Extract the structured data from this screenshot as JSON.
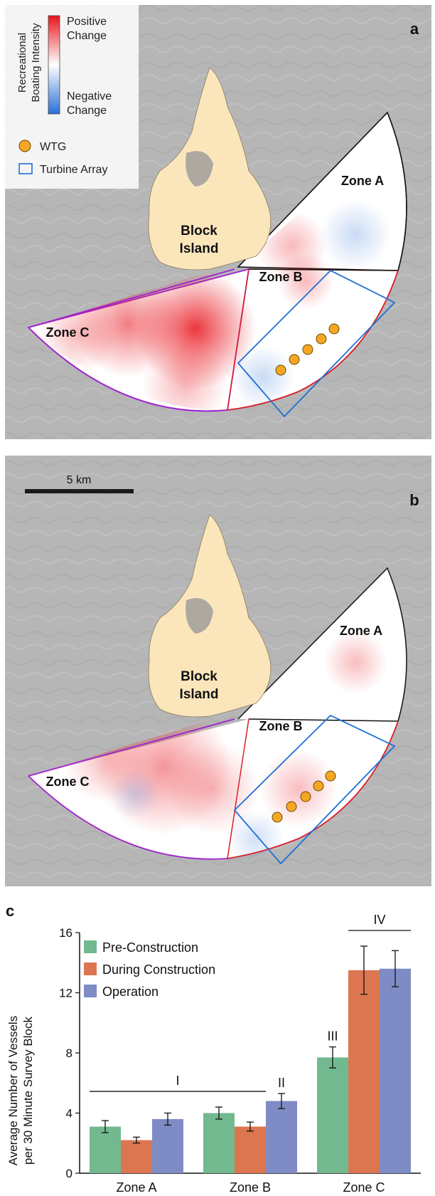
{
  "maps": {
    "legend": {
      "title_line1": "Recreational",
      "title_line2": "Boating Intensity",
      "positive_line1": "Positive",
      "positive_line2": "Change",
      "negative_line1": "Negative",
      "negative_line2": "Change",
      "wtg_label": "WTG",
      "array_label": "Turbine Array",
      "colors": {
        "positive": "#e8141c",
        "neutral": "#ffffff",
        "negative": "#2a6fd6",
        "wtg": "#f5a623",
        "array": "#1f6fd6",
        "zone_b": "#d8202a",
        "zone_c": "#a020d0",
        "land": "#fbe6bc"
      }
    },
    "panel_a": {
      "letter": "a",
      "island_line1": "Block",
      "island_line2": "Island",
      "zone_a": "Zone A",
      "zone_b": "Zone B",
      "zone_c": "Zone C"
    },
    "panel_b": {
      "letter": "b",
      "scale_label": "5 km",
      "island_line1": "Block",
      "island_line2": "Island",
      "zone_a": "Zone A",
      "zone_b": "Zone B",
      "zone_c": "Zone C"
    }
  },
  "chart_data": {
    "type": "bar",
    "panel_letter": "c",
    "ylabel_line1": "Average Number of Vessels",
    "ylabel_line2": "per 30 Minute Survey Block",
    "categories": [
      "Zone A",
      "Zone B",
      "Zone C"
    ],
    "ylim": [
      0,
      16
    ],
    "yticks": [
      0,
      4,
      8,
      12,
      16
    ],
    "legend_placement": "top-left",
    "series": [
      {
        "name": "Pre-Construction",
        "color": "#72b98f",
        "values": [
          3.1,
          4.0,
          7.7
        ],
        "err": [
          0.4,
          0.4,
          0.7
        ]
      },
      {
        "name": "During Construction",
        "color": "#dc7650",
        "values": [
          2.2,
          3.1,
          13.5
        ],
        "err": [
          0.2,
          0.3,
          1.6
        ]
      },
      {
        "name": "Operation",
        "color": "#7f8bc4",
        "values": [
          3.6,
          4.8,
          13.6
        ],
        "err": [
          0.4,
          0.5,
          1.2
        ]
      }
    ],
    "group_labels": [
      {
        "label": "I",
        "spans": "Zone A – Zone B (first two bars)"
      },
      {
        "label": "II",
        "spans": "Zone B Operation"
      },
      {
        "label": "III",
        "spans": "Zone C Pre-Construction"
      },
      {
        "label": "IV",
        "spans": "Zone C During Construction – Operation"
      }
    ]
  }
}
